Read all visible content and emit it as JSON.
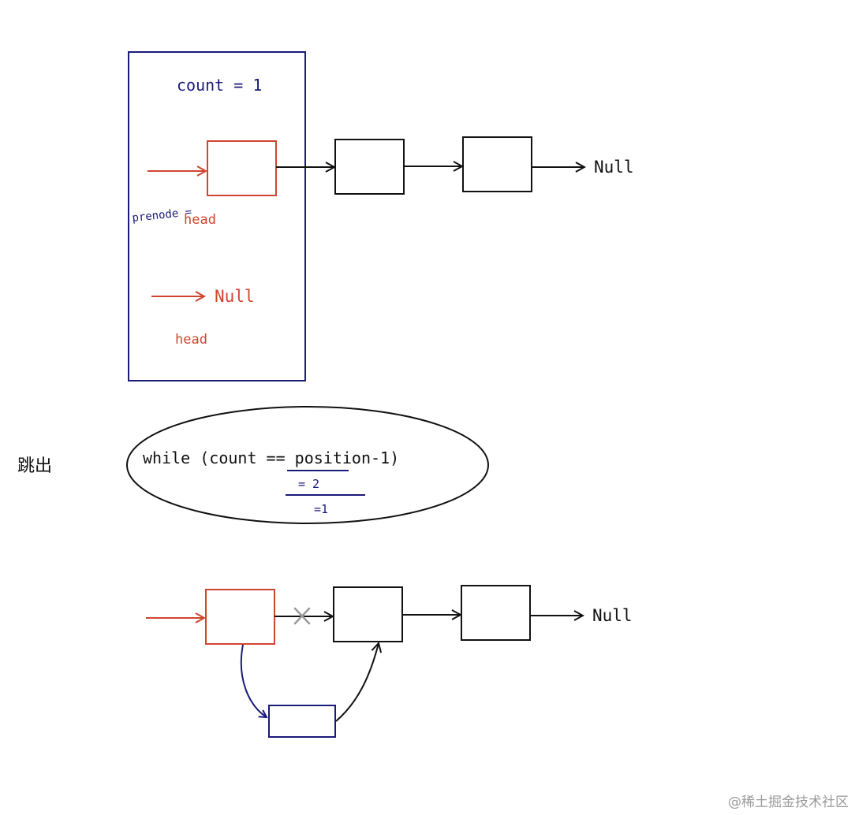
{
  "top_frame": {
    "count_label": "count = 1",
    "prenode_prefix": "prenode =",
    "prenode_value": "head",
    "null_label": "Null",
    "head_label": "head"
  },
  "top_list": {
    "null_label": "Null"
  },
  "side_label": "跳出",
  "condition": {
    "text": "while (count == position-1)",
    "line2": "= 2",
    "line3": "=1"
  },
  "bottom_list": {
    "null_label": "Null"
  },
  "watermark": "@稀土掘金技术社区",
  "colors": {
    "navy": "#1a1a7a",
    "red": "#d0452f",
    "black": "#111111",
    "gray_x": "#9a9a9a"
  }
}
